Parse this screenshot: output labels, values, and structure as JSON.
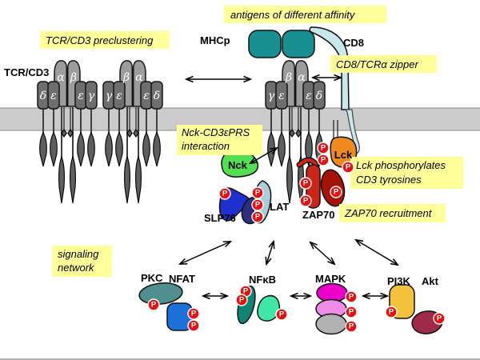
{
  "colors": {
    "label_bg": "#ffff99",
    "membrane": "#cbcbcb",
    "mhc_teal": "#189092",
    "cd8_blue": "#c9e8ec",
    "nck_green": "#52e052",
    "lck_orange": "#f08a1e",
    "zap70_red": "#cc2418",
    "zap70_dark_red": "#a51208",
    "slp76_blue": "#2030cc",
    "slp76_navy": "#2a2f7e",
    "lat_pale": "#a9ced8",
    "phospho_red": "#e51212",
    "pkc_teal": "#4f8f8f",
    "nfat_blue": "#1c71d8",
    "nfkb_teal": "#0e8574",
    "nfkb_green": "#3fe8a4",
    "mapk_magenta": "#ea00c8",
    "mapk_violet": "#ee8ce8",
    "mapk_gray": "#b2b2b2",
    "pi3k_gold": "#f3c13c",
    "akt_maroon": "#9e2a48"
  },
  "annotations": {
    "preclustering": "TCR/CD3 preclustering",
    "antigens": "antigens of different affinity",
    "zipper": "CD8/TCRα zipper",
    "nck_prs_line1": "Nck-CD3εPRS",
    "nck_prs_line2": "interaction",
    "lck_phos_line1": "Lck phosphorylates",
    "lck_phos_line2": "CD3 tyrosines",
    "zap70_recruitment": "ZAP70 recruitment",
    "signaling_line1": "signaling",
    "signaling_line2": "network"
  },
  "molecules": {
    "tcr_cd3": "TCR/CD3",
    "mhcp": "MHCp",
    "cd8": "CD8",
    "nck": "Nck",
    "lck": "Lck",
    "slp76": "SLP76",
    "lat": "LAT",
    "zap70": "ZAP70",
    "pkc": "PKC",
    "nfat": "NFAT",
    "nfkb": "NFκB",
    "mapk": "MAPK",
    "pi3k": "PI3K",
    "akt": "Akt"
  },
  "subunits": {
    "complex_a": [
      "δ",
      "ε",
      "α",
      "β",
      "ε",
      "γ"
    ],
    "complex_b": [
      "γ",
      "ε",
      "β",
      "α",
      "ε",
      "δ"
    ],
    "complex_bound": [
      "γ",
      "ε",
      "β",
      "α",
      "ε",
      "δ"
    ]
  },
  "phospho": {
    "label": "P"
  }
}
